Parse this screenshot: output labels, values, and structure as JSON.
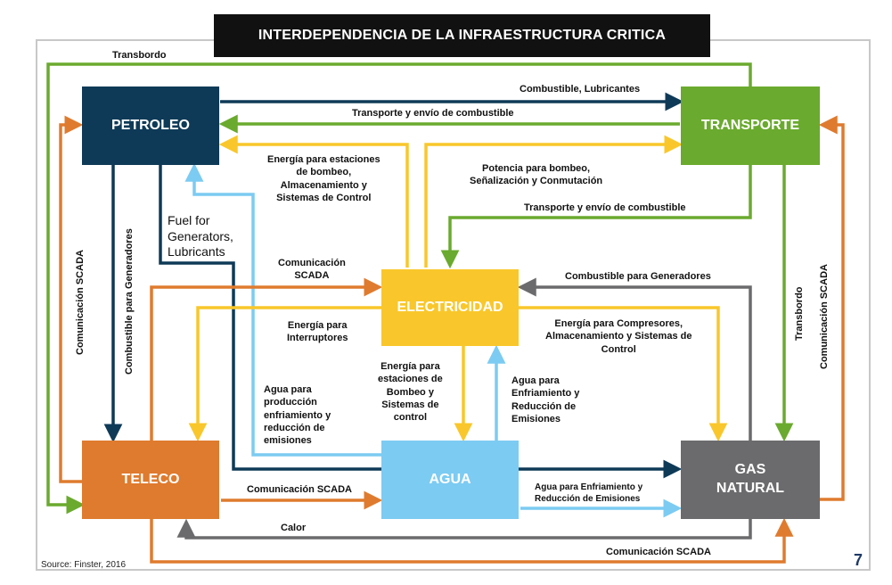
{
  "title": "INTERDEPENDENCIA DE LA INFRAESTRUCTURA CRITICA",
  "nodes": {
    "petroleo": {
      "label": "PETROLEO",
      "color": "#0e3a57"
    },
    "transporte": {
      "label": "TRANSPORTE",
      "color": "#6aaa2e"
    },
    "electricidad": {
      "label": "ELECTRICIDAD",
      "color": "#f9c72b"
    },
    "teleco": {
      "label": "TELECO",
      "color": "#df7b2e"
    },
    "agua": {
      "label": "AGUA",
      "color": "#7ccbf2"
    },
    "gas": {
      "label": "GAS\nNATURAL",
      "color": "#6b6b6d"
    }
  },
  "labels": {
    "transbordo_top": "Transbordo",
    "combustible_lubricantes": "Combustible, Lubricantes",
    "transporte_envio_1": "Transporte y envío de combustible",
    "energia_estaciones": "Energía para estaciones\nde bombeo,\nAlmacenamiento y\nSistemas de Control",
    "potencia_bombeo": "Potencia para bombeo,\nSeñalización y Conmutación",
    "transporte_envio_2": "Transporte y envío de combustible",
    "fuel_generators": "Fuel for\nGenerators,\nLubricants",
    "comunicacion_scada_mid": "Comunicación\nSCADA",
    "combustible_generadores": "Combustible para Generadores",
    "energia_interruptores": "Energía para\nInterruptores",
    "energia_compresores": "Energía para Compresores,\nAlmacenamiento y Sistemas de\nControl",
    "energia_estaciones_agua": "Energía para\nestaciones de\nBombeo y\nSistemas de\ncontrol",
    "agua_enfriamiento_elec": "Agua para\nEnfriamiento y\nReducción de\nEmisiones",
    "agua_produccion": "Agua para\nproducción\nenfriamiento y\nreducción de\nemisiones",
    "comunicacion_scada_left_vert": "Comunicación SCADA",
    "combustible_generadores_vert": "Combustible para Generadores",
    "transbordo_right_vert": "Transbordo",
    "comunicacion_scada_right_vert": "Comunicación SCADA",
    "comunicacion_scada_teleco": "Comunicación SCADA",
    "agua_enfriamiento_gas": "Agua para Enfriamiento y\nReducción de Emisiones",
    "calor": "Calor",
    "comunicacion_scada_bottom": "Comunicación SCADA"
  },
  "colors": {
    "navy": "#0e3a57",
    "green": "#6aaa2e",
    "yellow": "#f9c72b",
    "orange": "#df7b2e",
    "blue": "#7ccbf2",
    "gray": "#6b6b6d",
    "frame": "#c8c8c8"
  },
  "source": "Source: Finster, 2016",
  "page_number": "7"
}
